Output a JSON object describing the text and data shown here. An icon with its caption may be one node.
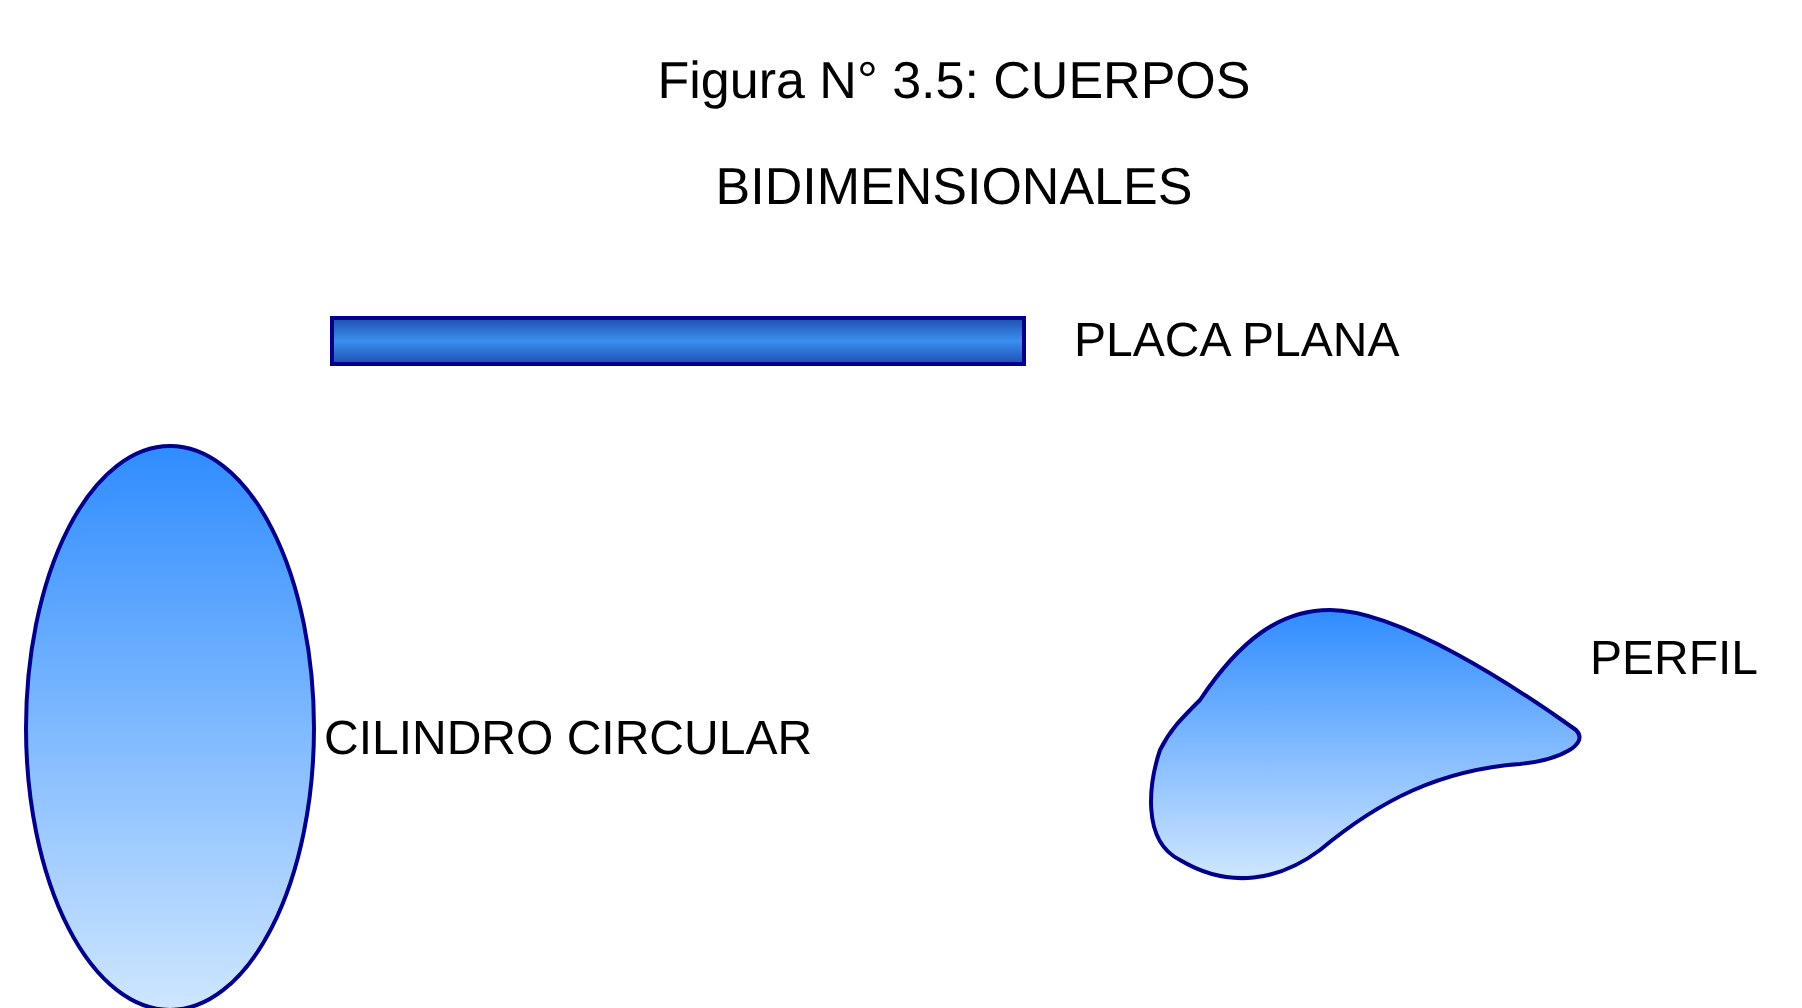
{
  "diagram": {
    "title": "Figura N° 3.5: CUERPOS BIDIMENSIONALES",
    "nodes": [
      {
        "text": [],
        "shape": "bar",
        "beside": [
          "PLACA PLANA"
        ]
      },
      {
        "text": [],
        "shape": "ellipse",
        "beside": [
          "CILINDRO CIRCULAR"
        ]
      },
      {
        "text": [],
        "shape": "airfoil",
        "beside": [
          "PERFIL"
        ]
      }
    ]
  }
}
